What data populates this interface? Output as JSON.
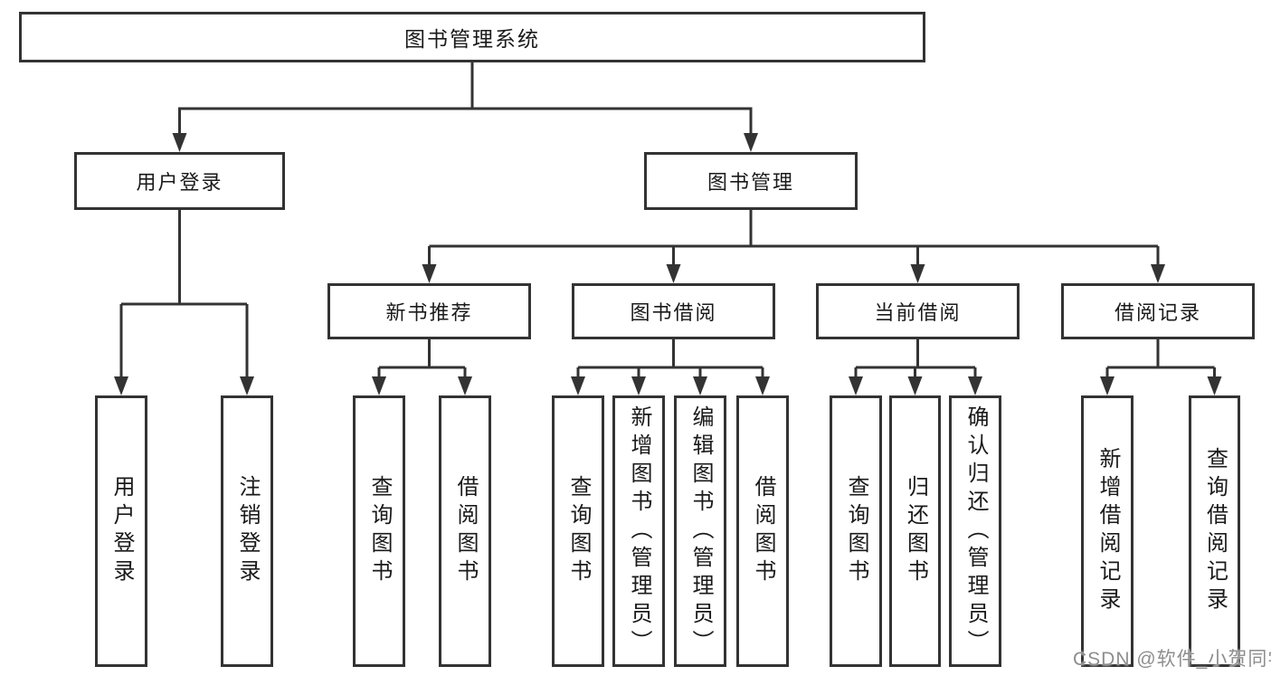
{
  "diagram": {
    "root": {
      "label": "图书管理系统"
    },
    "branches": [
      {
        "label": "用户登录",
        "children": [
          {
            "label": "用户登录"
          },
          {
            "label": "注销登录"
          }
        ]
      },
      {
        "label": "图书管理",
        "children": [
          {
            "label": "新书推荐",
            "children": [
              {
                "label": "查询图书"
              },
              {
                "label": "借阅图书"
              }
            ]
          },
          {
            "label": "图书借阅",
            "children": [
              {
                "label": "查询图书"
              },
              {
                "label": "新增图书（管理员）"
              },
              {
                "label": "编辑图书（管理员）"
              },
              {
                "label": "借阅图书"
              }
            ]
          },
          {
            "label": "当前借阅",
            "children": [
              {
                "label": "查询图书"
              },
              {
                "label": "归还图书"
              },
              {
                "label": "确认归还（管理员）"
              }
            ]
          },
          {
            "label": "借阅记录",
            "children": [
              {
                "label": "新增借阅记录"
              },
              {
                "label": "查询借阅记录"
              }
            ]
          }
        ]
      }
    ]
  },
  "watermark": {
    "text": "CSDN @软件_小贺同学"
  },
  "colors": {
    "line": "#333333",
    "text": "#1a1a1a",
    "watermark": "#8e8e8e"
  }
}
